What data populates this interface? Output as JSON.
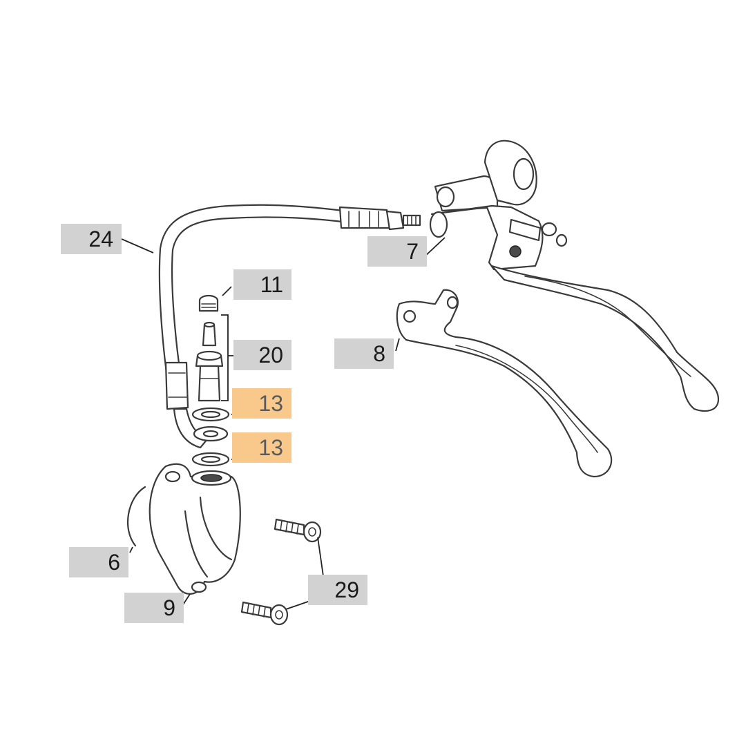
{
  "diagram": {
    "callouts": [
      {
        "id": "24",
        "text": "24",
        "highlight": false
      },
      {
        "id": "7",
        "text": "7",
        "highlight": false
      },
      {
        "id": "11",
        "text": "11",
        "highlight": false
      },
      {
        "id": "20",
        "text": "20",
        "highlight": false
      },
      {
        "id": "8",
        "text": "8",
        "highlight": false
      },
      {
        "id": "13a",
        "text": "13",
        "highlight": true
      },
      {
        "id": "13b",
        "text": "13",
        "highlight": true
      },
      {
        "id": "6",
        "text": "6",
        "highlight": false
      },
      {
        "id": "29",
        "text": "29",
        "highlight": false
      },
      {
        "id": "9",
        "text": "9",
        "highlight": false
      }
    ],
    "colors": {
      "callout_bg": "#d2d2d2",
      "highlight_bg": "#f8c98a",
      "line": "#3a3a3a"
    }
  }
}
